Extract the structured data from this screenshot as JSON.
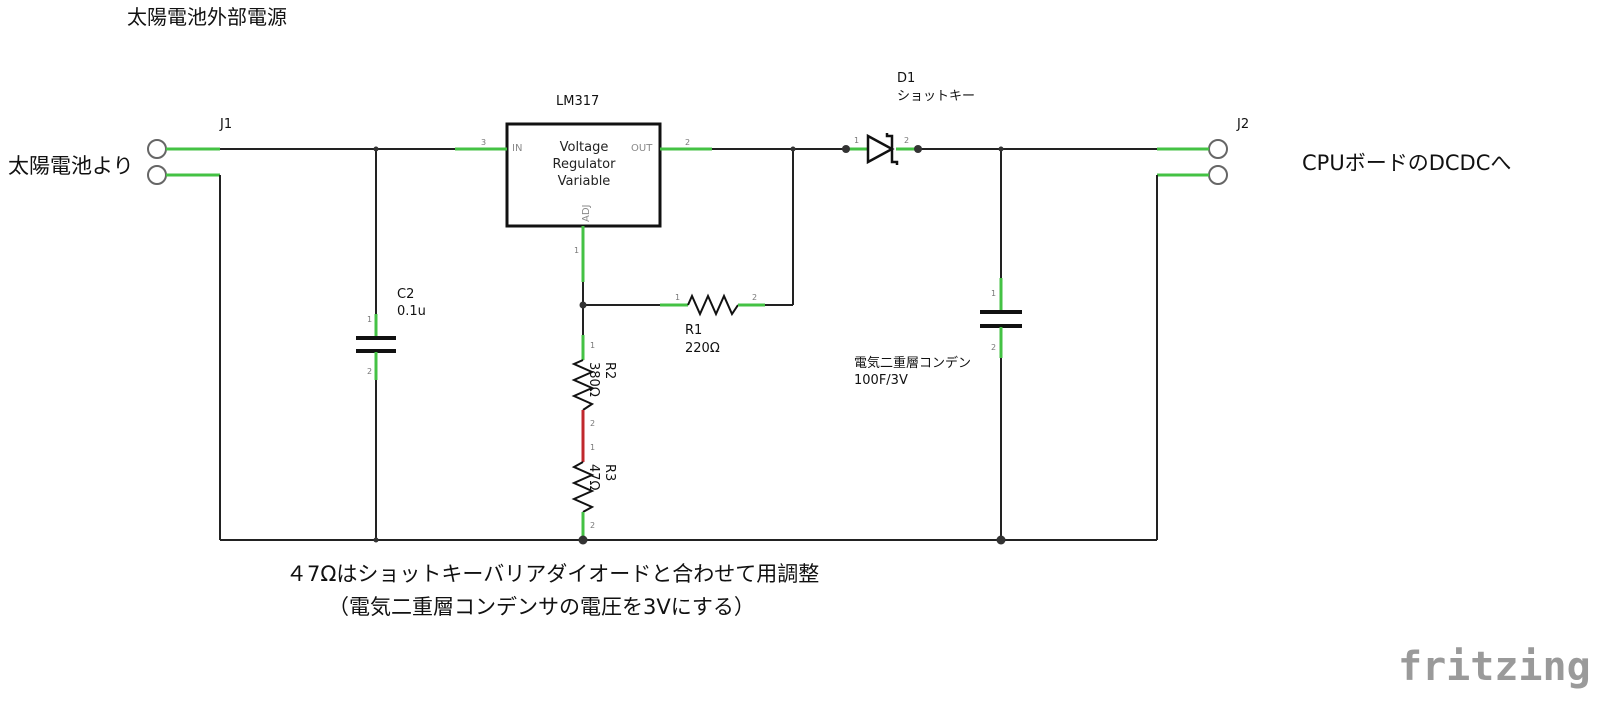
{
  "title": "太陽電池外部電源",
  "input_label": "太陽電池より",
  "output_label": "CPUボードのDCDCへ",
  "components": {
    "j1": {
      "ref": "J1"
    },
    "j2": {
      "ref": "J2"
    },
    "c2": {
      "ref": "C2",
      "value": "0.1u"
    },
    "lm317": {
      "ref": "LM317",
      "body_lines": [
        "Voltage",
        "Regulator",
        "Variable"
      ],
      "pin_in": "IN",
      "pin_out": "OUT",
      "pin_adj": "ADJ",
      "pin_in_num": "3",
      "pin_out_num": "2",
      "pin_adj_num": "1"
    },
    "d1": {
      "ref": "D1",
      "value": "ショットキー"
    },
    "r1": {
      "ref": "R1",
      "value": "220Ω"
    },
    "r2": {
      "ref": "R2",
      "value": "380Ω"
    },
    "r3": {
      "ref": "R3",
      "value": "47Ω"
    },
    "c_big": {
      "ref": "電気二重層コンデン",
      "value": "100F/3V"
    }
  },
  "pin_numbers": {
    "one": "1",
    "two": "2"
  },
  "note_lines": [
    "４7Ωはショットキーバリアダイオードと合わせて用調整",
    "（電気二重層コンデンサの電圧を3Vにする）"
  ],
  "logo": "fritzing",
  "colors": {
    "lead": "#44c244",
    "wire": "#222222",
    "red_wire": "#c0282d"
  }
}
